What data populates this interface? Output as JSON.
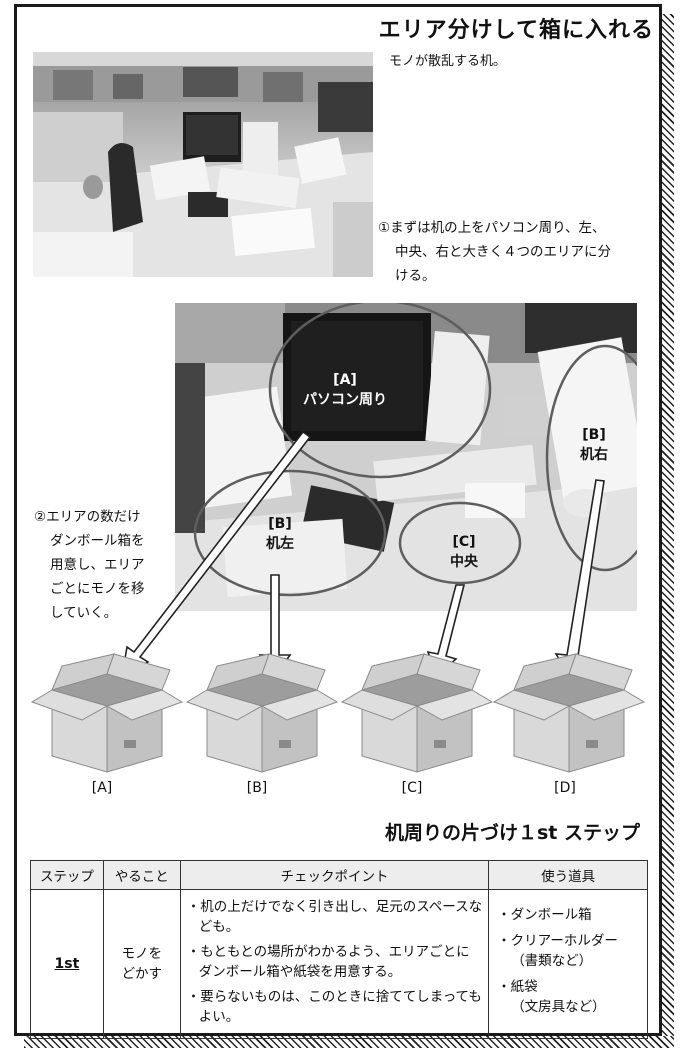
{
  "title": "エリア分けして箱に入れる",
  "caption_top": "モノが散乱する机。",
  "step1": {
    "line1": "①まずは机の上をパソコン周り、左、",
    "line2": "中央、右と大きく４つのエリアに分",
    "line3": "ける。"
  },
  "step2": {
    "line1": "②エリアの数だけ",
    "line2": "ダンボール箱を",
    "line3": "用意し、エリア",
    "line4": "ごとにモノを移",
    "line5": "していく。"
  },
  "photo_labels": {
    "a_tag": "[A]",
    "a_name": "パソコン周り",
    "b_right_tag": "[B]",
    "b_right_name": "机右",
    "b_left_tag": "[B]",
    "b_left_name": "机左",
    "c_tag": "[C]",
    "c_name": "中央"
  },
  "boxes": [
    {
      "label": "[A]"
    },
    {
      "label": "[B]"
    },
    {
      "label": "[C]"
    },
    {
      "label": "[D]"
    }
  ],
  "section_title": "机周りの片づけ１st ステップ",
  "table": {
    "headers": [
      "ステップ",
      "やること",
      "チェックポイント",
      "使う道具"
    ],
    "row": {
      "step": "1st",
      "do_line1": "モノを",
      "do_line2": "どかす",
      "checks": [
        "・机の上だけでなく引き出し、足元のスペースなども。",
        "・もともとの場所がわかるよう、エリアごとにダンボール箱や紙袋を用意する。",
        "・要らないものは、このときに捨ててしまってもよい。"
      ],
      "tools": {
        "t1": "・ダンボール箱",
        "t2": "・クリアーホルダー",
        "t2_sub": "（書類など）",
        "t3": "・紙袋",
        "t3_sub": "（文房具など）"
      }
    }
  },
  "colors": {
    "frame": "#1a1a1a",
    "box_front": "#d9d9d9",
    "box_side": "#c2c2c2",
    "header_fill": "#ededed"
  }
}
